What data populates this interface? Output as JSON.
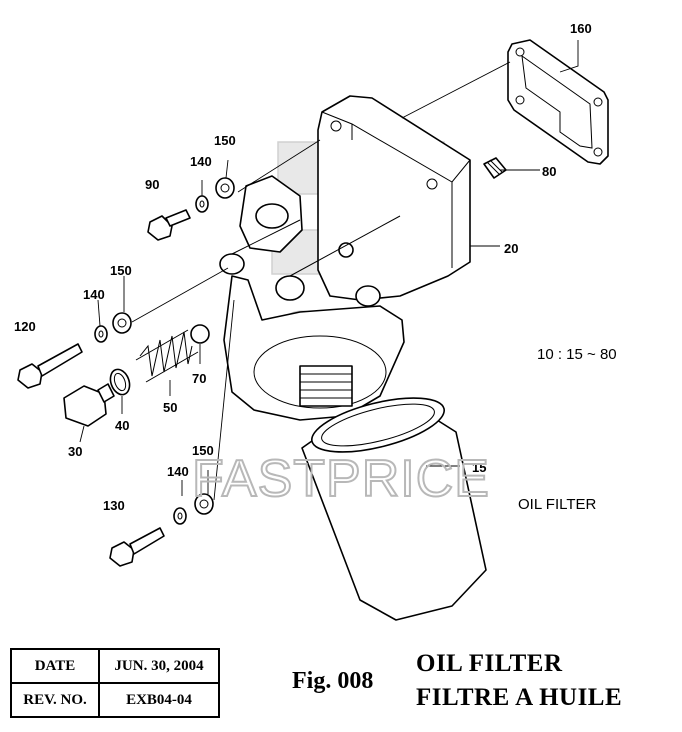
{
  "callouts": {
    "p160": "160",
    "p150a": "150",
    "p140a": "140",
    "p90": "90",
    "p80": "80",
    "p20": "20",
    "p150b": "150",
    "p140b": "140",
    "p120": "120",
    "p70": "70",
    "p50": "50",
    "p40": "40",
    "p30": "30",
    "p150c": "150",
    "p140c": "140",
    "p130": "130",
    "p15": "15"
  },
  "notes": {
    "range": "10 : 15 ~ 80",
    "filter_caption": "OIL FILTER"
  },
  "watermark": "FASTPRICE",
  "info": {
    "date_label": "DATE",
    "date_value": "JUN. 30, 2004",
    "rev_label": "REV. NO.",
    "rev_value": "EXB04-04"
  },
  "figure": {
    "label": "Fig. 008",
    "title_en": "OIL FILTER",
    "title_fr": "FILTRE A HUILE"
  }
}
